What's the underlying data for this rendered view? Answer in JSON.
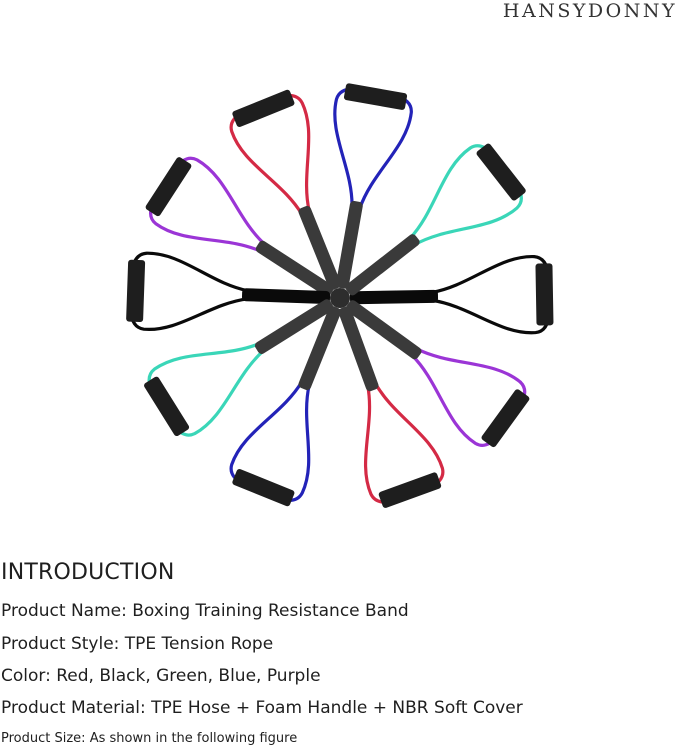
{
  "brand": "HANSYDONNY",
  "image": {
    "subject": "resistance-band-fan",
    "colors": {
      "red": "#d42a45",
      "blue": "#2323b8",
      "green": "#3ad6b8",
      "purple": "#9b35d6",
      "black": "#0a0a0a",
      "tube": "#3a3a3a",
      "handle": "#1e1e1e"
    }
  },
  "introduction": {
    "heading": "INTRODUCTION",
    "lines": [
      "Product Name: Boxing Training Resistance Band",
      "Product Style: TPE Tension Rope",
      "Color: Red, Black, Green, Blue, Purple",
      "Product Material: TPE Hose + Foam Handle + NBR Soft Cover",
      "Product Size: As shown in the following figure"
    ]
  }
}
